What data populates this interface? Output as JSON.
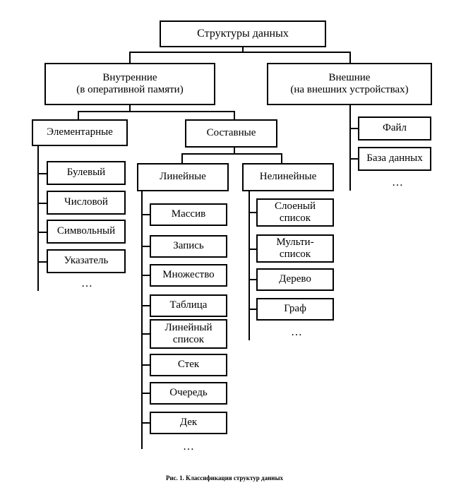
{
  "diagram": {
    "root": "Структуры данных",
    "internal": "Внутренние\n(в оперативной памяти)",
    "external": "Внешние\n(на внешних устройствах)",
    "elementary": "Элементарные",
    "composite": "Составные",
    "linear": "Линейные",
    "nonlinear": "Нелинейные",
    "elementary_items": [
      "Булевый",
      "Числовой",
      "Символьный",
      "Указатель"
    ],
    "linear_items": [
      "Массив",
      "Запись",
      "Множество",
      "Таблица",
      "Линейный\nсписок",
      "Стек",
      "Очередь",
      "Дек"
    ],
    "nonlinear_items": [
      "Слоеный\nсписок",
      "Мульти-\nсписок",
      "Дерево",
      "Граф"
    ],
    "external_items": [
      "Файл",
      "База данных"
    ],
    "ellipsis": "…",
    "caption": "Рис. 1. Классификация структур данных"
  }
}
